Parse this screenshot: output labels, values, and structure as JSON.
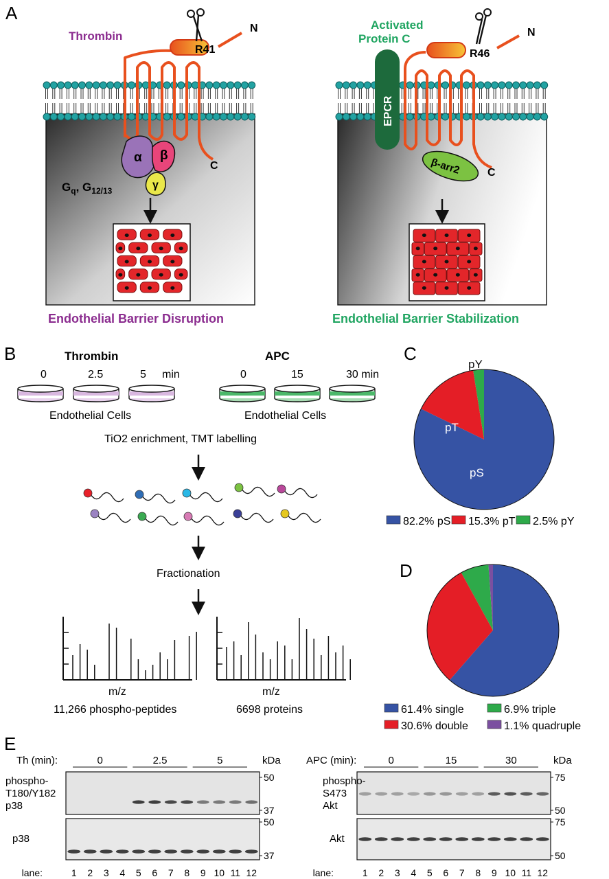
{
  "panels": {
    "a": "A",
    "b": "B",
    "c": "C",
    "d": "D",
    "e": "E"
  },
  "panel_a": {
    "left": {
      "ligand": "Thrombin",
      "cleavage_site": "R41",
      "n_term": "N",
      "c_term": "C",
      "g_alpha": "α",
      "g_beta": "β",
      "g_gamma": "γ",
      "gprotein_main": "G",
      "gq_sub": "q",
      "g1213_sub": "12/13",
      "caption": "Endothelial Barrier Disruption"
    },
    "right": {
      "ligand_line1": "Activated",
      "ligand_line2": "Protein C",
      "receptor": "EPCR",
      "cleavage_site": "R46",
      "n_term": "N",
      "c_term": "C",
      "arrestin": "β-arr2",
      "caption": "Endothelial Barrier Stabilization"
    }
  },
  "panel_b": {
    "thrombin_title": "Thrombin",
    "thrombin_times": [
      "0",
      "2.5",
      "5"
    ],
    "thrombin_unit": "min",
    "apc_title": "APC",
    "apc_times": [
      "0",
      "15",
      "30 min"
    ],
    "cells_label": "Endothelial Cells",
    "enrichment": "TiO2 enrichment, TMT labelling",
    "fractionation": "Fractionation",
    "mz": "m/z",
    "spectrum_left_caption": "11,266 phospho-peptides",
    "spectrum_right_caption": "6698 proteins",
    "tag_colors": [
      "#e8202a",
      "#2f6db5",
      "#2ab8e6",
      "#7cc242",
      "#b9479a",
      "#9b83c2",
      "#3aaa52",
      "#d77ab4",
      "#3a3f97",
      "#e6c81e"
    ]
  },
  "chart_data": [
    {
      "type": "pie",
      "panel": "C",
      "categories": [
        "pS",
        "pT",
        "pY"
      ],
      "values": [
        82.2,
        15.3,
        2.5
      ],
      "colors": [
        "#3653a4",
        "#e41e26",
        "#2eaa4a"
      ],
      "slice_labels": [
        "pS",
        "pT",
        "pY"
      ],
      "legend": [
        "82.2% pS",
        "15.3% pT",
        "2.5% pY"
      ]
    },
    {
      "type": "pie",
      "panel": "D",
      "categories": [
        "single",
        "double",
        "triple",
        "quadruple"
      ],
      "values": [
        61.4,
        30.6,
        6.9,
        1.1
      ],
      "colors": [
        "#3653a4",
        "#e41e26",
        "#2eaa4a",
        "#7b4fa0"
      ],
      "legend": [
        "61.4% single",
        "30.6% double",
        "6.9% triple",
        "1.1% quadruple"
      ]
    }
  ],
  "panel_e": {
    "left": {
      "condition": "Th (min):",
      "times": [
        "0",
        "2.5",
        "5"
      ],
      "kda": "kDa",
      "blot1_label": [
        "phospho-",
        "T180/Y182",
        "p38"
      ],
      "blot1_markers": [
        "50",
        "37"
      ],
      "blot2_label": "p38",
      "blot2_markers": [
        "50",
        "37"
      ],
      "lane_label": "lane:",
      "lanes": [
        "1",
        "2",
        "3",
        "4",
        "5",
        "6",
        "7",
        "8",
        "9",
        "10",
        "11",
        "12"
      ]
    },
    "right": {
      "condition": "APC (min):",
      "times": [
        "0",
        "15",
        "30"
      ],
      "kda": "kDa",
      "blot1_label": [
        "phospho-",
        "S473",
        "Akt"
      ],
      "blot1_markers": [
        "75",
        "50"
      ],
      "blot2_label": "Akt",
      "blot2_markers": [
        "75",
        "50"
      ],
      "lane_label": "lane:",
      "lanes": [
        "1",
        "2",
        "3",
        "4",
        "5",
        "6",
        "7",
        "8",
        "9",
        "10",
        "11",
        "12"
      ]
    }
  }
}
